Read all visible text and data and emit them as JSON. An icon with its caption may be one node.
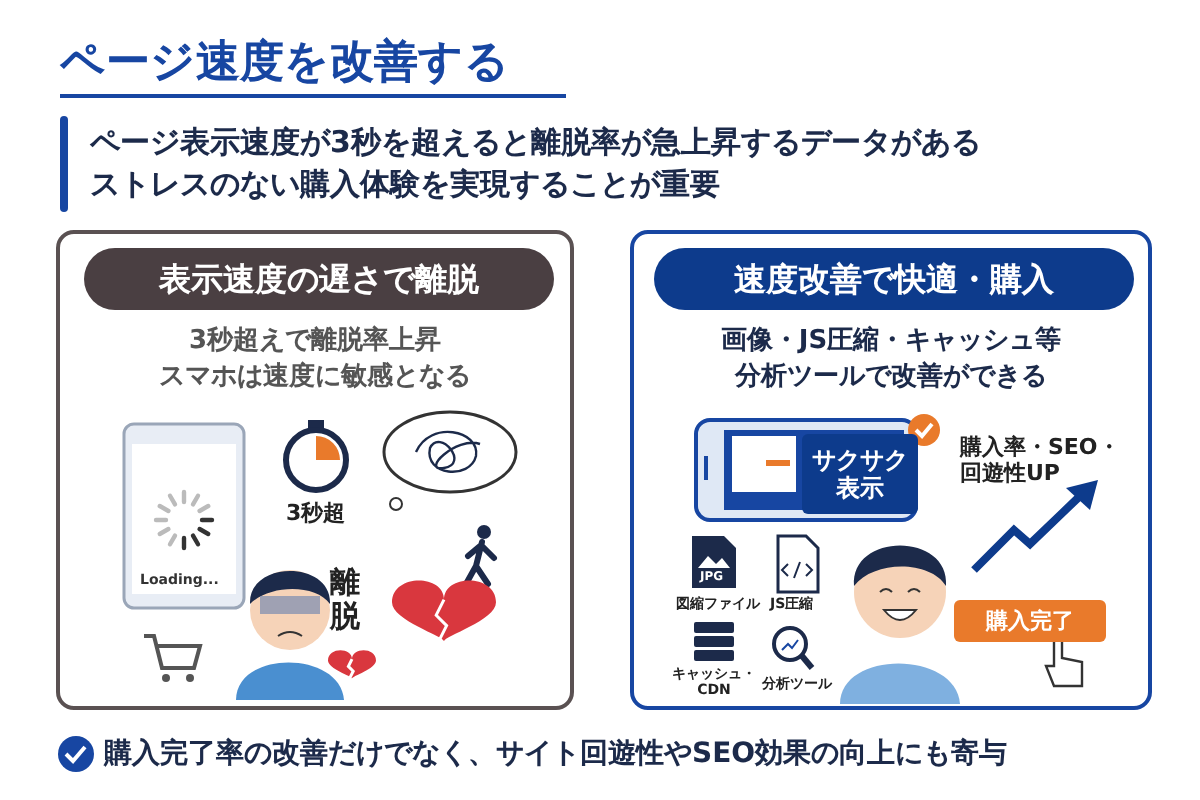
{
  "diagram": {
    "title": "ページ速度を改善する",
    "nodes": [
      {
        "text": [
          "3秒超えで離脱率上昇",
          "スマホは速度に敏感となる"
        ]
      },
      {
        "text": [
          "表示速度の遅さで離脱"
        ],
        "in": 0
      },
      {
        "text": [
          "画像・JS圧縮・キャッシュ等",
          "分析ツールで改善ができる"
        ]
      },
      {
        "text": [
          "速度改善で快適・購入"
        ],
        "in": 2
      },
      {
        "text": [
          "サクサク表示"
        ],
        "in": 2
      },
      {
        "text": [
          "購入完了"
        ],
        "in": 2
      }
    ],
    "labels": [
      "ページ表示速度が3秒を超えると離脱率が急上昇するデータがある",
      "ストレスのない購入体験を実現することが重要",
      "Loading...",
      "3秒超",
      "離脱",
      "購入率・SEO・回遊性UP",
      "JPG",
      "図縮ファイル",
      "JS圧縮",
      "キャッシュ・CDN",
      "分析ツール",
      "購入完了率の改善だけでなく、サイト回遊性やSEO効果の向上にも寄与"
    ]
  }
}
